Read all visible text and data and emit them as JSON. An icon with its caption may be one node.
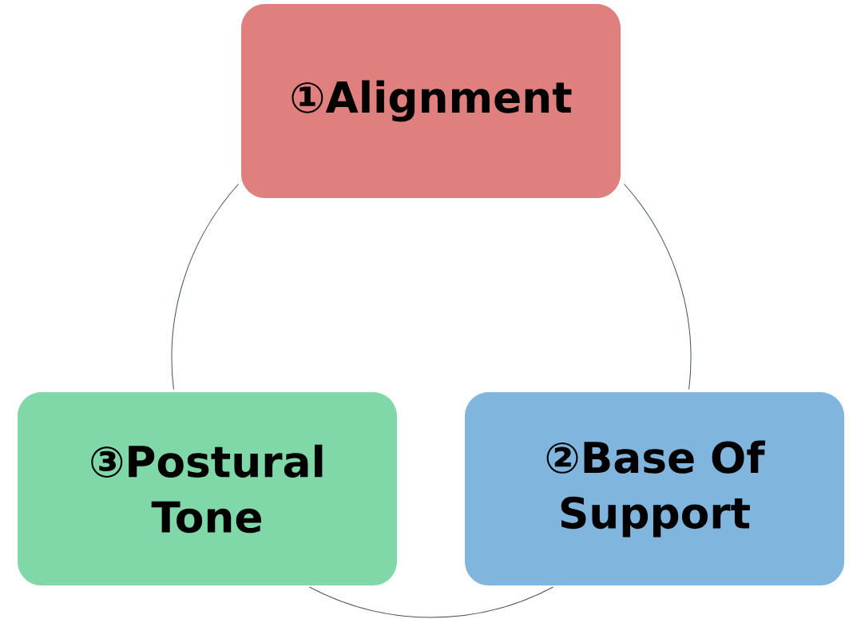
{
  "diagram": {
    "nodes": [
      {
        "text": [
          "①Alignment"
        ]
      },
      {
        "text": [
          "③Postural Tone"
        ]
      },
      {
        "text": [
          "②Base Of Support"
        ]
      }
    ],
    "edges": [
      {
        "from": 0,
        "to": 2,
        "arrow": "none"
      },
      {
        "from": 2,
        "to": 1,
        "arrow": "none"
      },
      {
        "from": 1,
        "to": 0,
        "arrow": "none"
      }
    ]
  }
}
